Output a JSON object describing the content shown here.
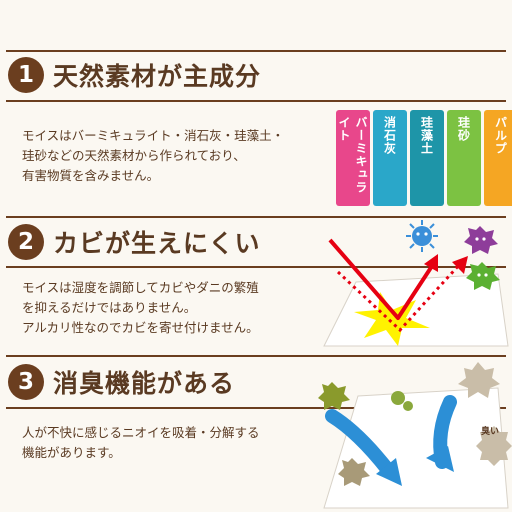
{
  "colors": {
    "brown": "#6b3e1f",
    "text": "#5a3a22",
    "background": "#fbf8f2",
    "arrow_red": "#e60012",
    "flash_yellow": "#fff200",
    "blue_arrow": "#2c8fd6"
  },
  "sections": [
    {
      "number": "1",
      "title": "天然素材が主成分",
      "lines": [
        "モイスはバーミキュライト・消石灰・珪藻土・",
        "珪砂などの天然素材から作られており、",
        "有害物質を含みません。"
      ]
    },
    {
      "number": "2",
      "title": "カビが生えにくい",
      "lines": [
        "モイスは湿度を調節してカビやダニの繁殖",
        "を抑えるだけではありません。",
        "アルカリ性なのでカビを寄せ付けません。"
      ]
    },
    {
      "number": "3",
      "title": "消臭機能がある",
      "lines": [
        "人が不快に感じるニオイを吸着・分解する",
        "機能があります。"
      ]
    }
  ],
  "materials": [
    {
      "label": "バーミキュライト",
      "color": "#e8478b"
    },
    {
      "label": "消石灰",
      "color": "#2aa7c9"
    },
    {
      "label": "珪藻土",
      "color": "#1e95a8"
    },
    {
      "label": "珪砂",
      "color": "#7cc242"
    },
    {
      "label": "パルプ",
      "color": "#f5a623"
    }
  ],
  "odor_badge": "臭い"
}
